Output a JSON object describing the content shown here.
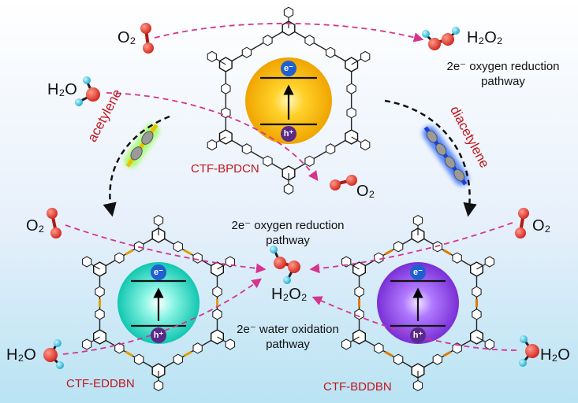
{
  "molecules": {
    "o2": "O₂",
    "h2o": "H₂O",
    "h2o2": "H₂O₂"
  },
  "pathways": {
    "orr_top": "2e⁻ oxygen reduction pathway",
    "orr_center": "2e⁻ oxygen reduction pathway",
    "wor_center": "2e⁻ water oxidation pathway"
  },
  "frameworks": {
    "top": "CTF-BPDCN",
    "left": "CTF-EDDBN",
    "right": "CTF-BDDBN"
  },
  "linkers": {
    "left": "acetylene",
    "right": "diacetylene"
  },
  "carriers": {
    "electron": "e⁻",
    "hole": "h⁺"
  },
  "colors": {
    "top_sphere": "#f7b500",
    "left_sphere": "#20d8c0",
    "right_sphere": "#8a3fe0",
    "dashed_arrow": "#d6338f",
    "label_red": "#c0161c",
    "oxygen_atom": "#e0332a",
    "hydrogen_atom": "#35c9e6",
    "electron_badge": "#1f5fd0",
    "hole_badge": "#5a2a8a"
  }
}
